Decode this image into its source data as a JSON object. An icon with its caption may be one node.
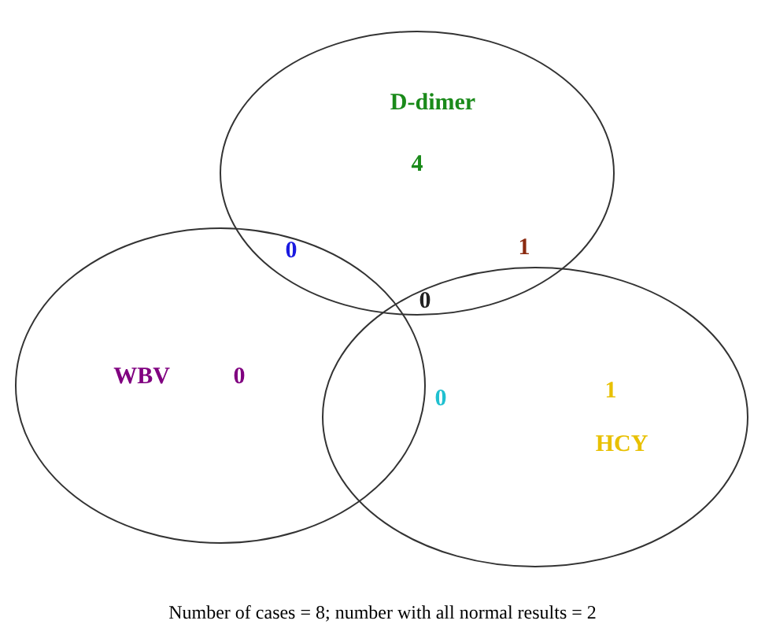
{
  "diagram": {
    "caption": "Number of cases = 8; number with all normal results = 2",
    "nodes": [
      {
        "text": [
          "D-dimer"
        ]
      },
      {
        "text": [
          "WBV"
        ]
      },
      {
        "text": [
          "HCY"
        ]
      }
    ],
    "labels": [
      "4",
      "0",
      "1",
      "0",
      "0",
      "1",
      "0"
    ]
  }
}
